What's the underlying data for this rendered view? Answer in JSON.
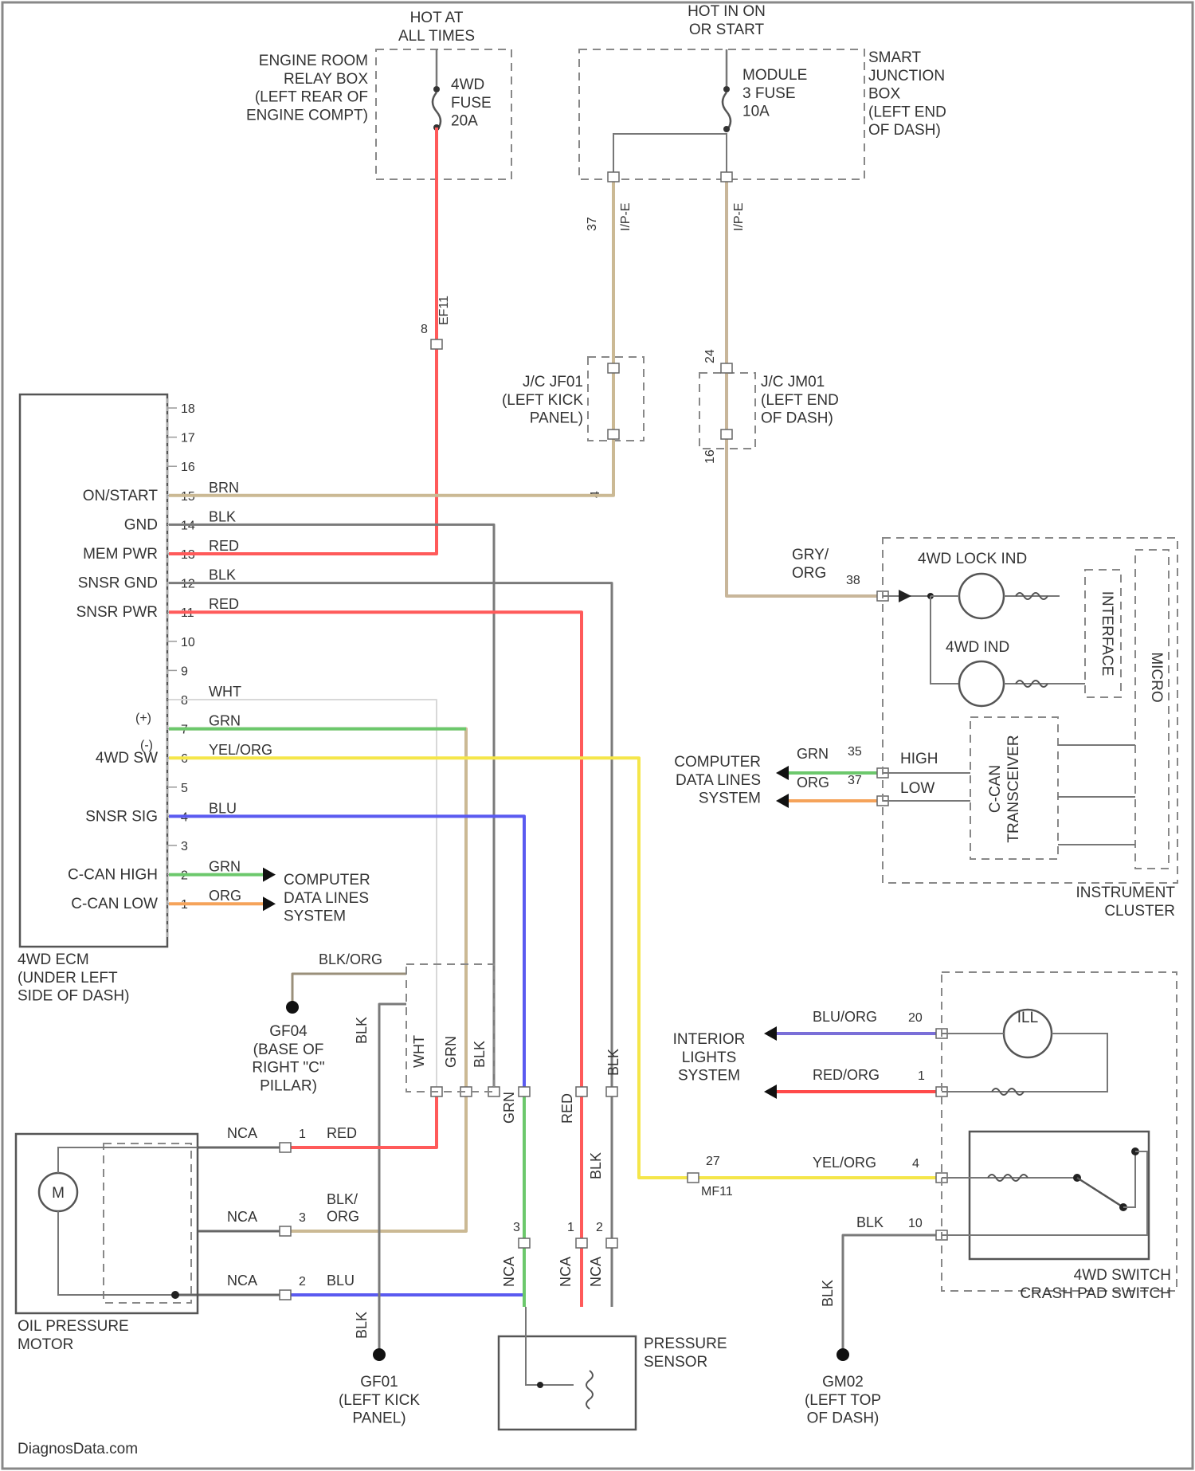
{
  "wire_colors": {
    "RED": "#ff5a5a",
    "BRN": "#cbb994",
    "GRY_ORG": "#c8b69a",
    "BLK": "#7a7a7a",
    "GRN": "#6cc86c",
    "YEL_ORG": "#f5e64a",
    "BLU": "#5a5af0",
    "ORG": "#f5a35a",
    "BLK_ORG": "#9a8f7a",
    "BLU_ORG": "#7a6fd8",
    "RED_ORG": "#ff4a4a",
    "WHT": "#d8d8d8"
  },
  "power": {
    "hot_always": "HOT AT\nALL TIMES",
    "hot_run": "HOT IN ON\nOR START",
    "relay_box": "ENGINE ROOM\nRELAY BOX\n(LEFT REAR OF\nENGINE COMPT)",
    "fuse_4wd": "4WD\nFUSE\n20A",
    "fuse_module": "MODULE\n3 FUSE\n10A",
    "sjb": "SMART\nJUNCTION\nBOX\n(LEFT END\nOF DASH)",
    "conn_ef11": "EF11",
    "pin_ef11": "8",
    "conn_ip12a": "I/P-E",
    "conn_ip12b": "I/P-E",
    "pin_37": "37",
    "pin_24": "24"
  },
  "wires_top": {
    "red": "RED",
    "brn": "BRN",
    "gry_org": "GRY/ORG",
    "brn_low": "BRN",
    "gry_org_low": "GRY/ORG"
  },
  "junctions": {
    "jf01": "J/C JF01\n(LEFT KICK\nPANEL)",
    "jm01": "J/C JM01\n(LEFT END\nOF DASH)",
    "jf01_pin": "4",
    "jm01_pin": "16"
  },
  "ecm": {
    "label": "4WD ECM\n(UNDER LEFT\nSIDE OF DASH)",
    "pins": [
      {
        "n": "18",
        "sig": "",
        "wire": ""
      },
      {
        "n": "17",
        "sig": "",
        "wire": ""
      },
      {
        "n": "16",
        "sig": "",
        "wire": ""
      },
      {
        "n": "15",
        "sig": "ON/START",
        "wire": "BRN"
      },
      {
        "n": "14",
        "sig": "GND",
        "wire": "BLK"
      },
      {
        "n": "13",
        "sig": "MEM PWR",
        "wire": "RED"
      },
      {
        "n": "12",
        "sig": "SNSR GND",
        "wire": "BLK"
      },
      {
        "n": "11",
        "sig": "SNSR PWR",
        "wire": "RED"
      },
      {
        "n": "10",
        "sig": "",
        "wire": ""
      },
      {
        "n": "9",
        "sig": "",
        "wire": ""
      },
      {
        "n": "8",
        "sig": "",
        "wire": "WHT"
      },
      {
        "n": "7",
        "sig": "",
        "wire": "GRN"
      },
      {
        "n": "6",
        "sig": "4WD SW",
        "wire": "YEL/ORG"
      },
      {
        "n": "5",
        "sig": "",
        "wire": ""
      },
      {
        "n": "4",
        "sig": "SNSR SIG",
        "wire": "BLU"
      },
      {
        "n": "3",
        "sig": "",
        "wire": ""
      },
      {
        "n": "2",
        "sig": "C-CAN HIGH",
        "wire": "GRN"
      },
      {
        "n": "1",
        "sig": "C-CAN LOW",
        "wire": "ORG"
      }
    ],
    "motor_side_a": "(+)",
    "motor_side_b": "(-)",
    "data_lines": "COMPUTER\nDATA LINES\nSYSTEM"
  },
  "cluster": {
    "label": "INSTRUMENT\nCLUSTER",
    "wire_in": "GRY/\nORG",
    "pin_in": "38",
    "lock_ind": "4WD LOCK IND",
    "ind": "4WD IND",
    "interface": "INTERFACE",
    "micro": "MICRO",
    "transceiver": "C-CAN\nTRANSCEIVER",
    "high": "HIGH",
    "low": "LOW",
    "grn": "GRN",
    "org": "ORG",
    "pin_high": "35",
    "pin_low": "37",
    "data_lines": "COMPUTER\nDATA LINES\nSYSTEM"
  },
  "ground_gf04": {
    "wire": "BLK/ORG",
    "label": "GF04\n(BASE OF\nRIGHT \"C\"\nPILLAR)",
    "blk": "BLK"
  },
  "splice_labels": [
    "WHT",
    "GRN",
    "BLK"
  ],
  "motor": {
    "label": "OIL PRESSURE\nMOTOR",
    "m": "M",
    "rows": [
      {
        "nca": "NCA",
        "pin": "1",
        "wire": "RED"
      },
      {
        "nca": "NCA",
        "pin": "3",
        "wire": "BLK/\nORG"
      },
      {
        "nca": "NCA",
        "pin": "2",
        "wire": "BLU"
      }
    ]
  },
  "ground_gf01": {
    "wire": "BLK",
    "label": "GF01\n(LEFT KICK\nPANEL)"
  },
  "sensor": {
    "label": "PRESSURE\nSENSOR",
    "wires": [
      "GRN",
      "RED",
      "BLK"
    ],
    "nca": [
      "NCA",
      "NCA",
      "NCA"
    ],
    "pins": [
      "3",
      "1",
      "2"
    ],
    "blk_top": "BLK"
  },
  "switch": {
    "label": "4WD SWITCH\nCRASH PAD SWITCH",
    "ill": "ILL",
    "interior": "INTERIOR\nLIGHTS\nSYSTEM",
    "blu_org": "BLU/ORG",
    "red_org": "RED/ORG",
    "pin_20": "20",
    "pin_1": "1",
    "yel_org": "YEL/ORG",
    "pin_4": "4",
    "blk": "BLK",
    "pin_10": "10",
    "mf11": "MF11",
    "mf11_pin": "27"
  },
  "ground_gm02": {
    "wire": "BLK",
    "label": "GM02\n(LEFT TOP\nOF DASH)"
  },
  "footer": "DiagnosData.com"
}
